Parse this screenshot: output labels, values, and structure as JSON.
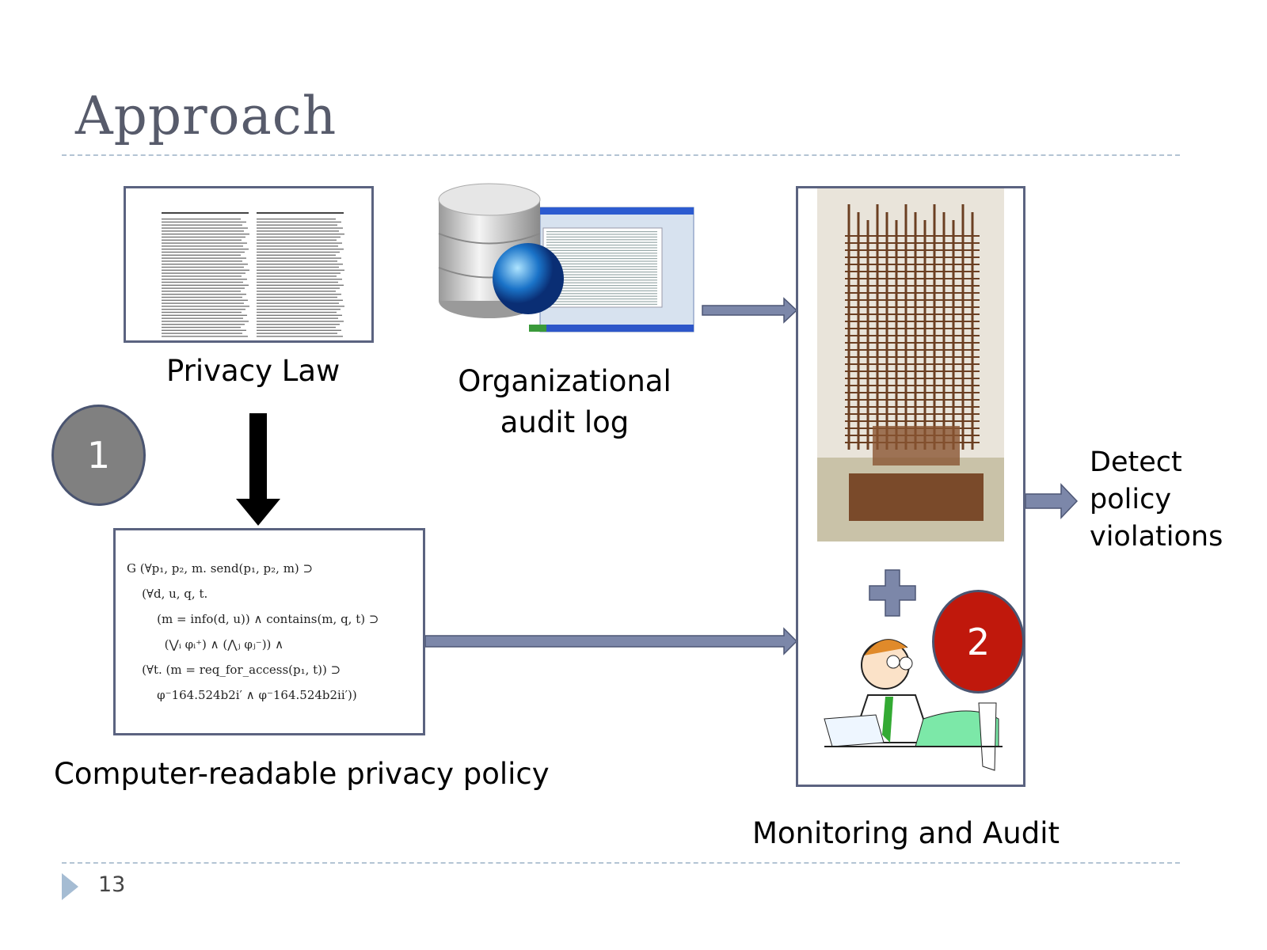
{
  "title": "Approach",
  "privacy_law": {
    "label": "Privacy Law",
    "icon": "legal-document-icon"
  },
  "audit_log": {
    "label_line1": "Organizational",
    "label_line2": "audit log",
    "icon": "database-globe-icon"
  },
  "step1": {
    "number": "1",
    "color": "#808080"
  },
  "step2": {
    "number": "2",
    "color": "#c0180c"
  },
  "policy": {
    "label": "Computer-readable privacy policy",
    "formula": [
      "G (∀p₁, p₂, m. send(p₁, p₂, m) ⊃",
      "    (∀d, u, q, t.",
      "        (m = info(d, u)) ∧ contains(m, q, t) ⊃",
      "          (⋁ᵢ φᵢ⁺) ∧ (⋀ⱼ φⱼ⁻)) ∧",
      "    (∀t. (m = req_for_access(p₁, t)) ⊃",
      "        φ⁻164.524b2i′ ∧ φ⁻164.524b2ii′))"
    ]
  },
  "monitoring": {
    "label": "Monitoring and Audit",
    "machine_icon": "difference-engine-image",
    "auditor_icon": "auditor-cartoon-image"
  },
  "output": {
    "line1": "Detect",
    "line2": "policy",
    "line3": "violations"
  },
  "footer": {
    "page_number": "13"
  },
  "colors": {
    "arrow": "#7c87a9",
    "accent": "#a9bccd",
    "title": "#575b6b"
  }
}
